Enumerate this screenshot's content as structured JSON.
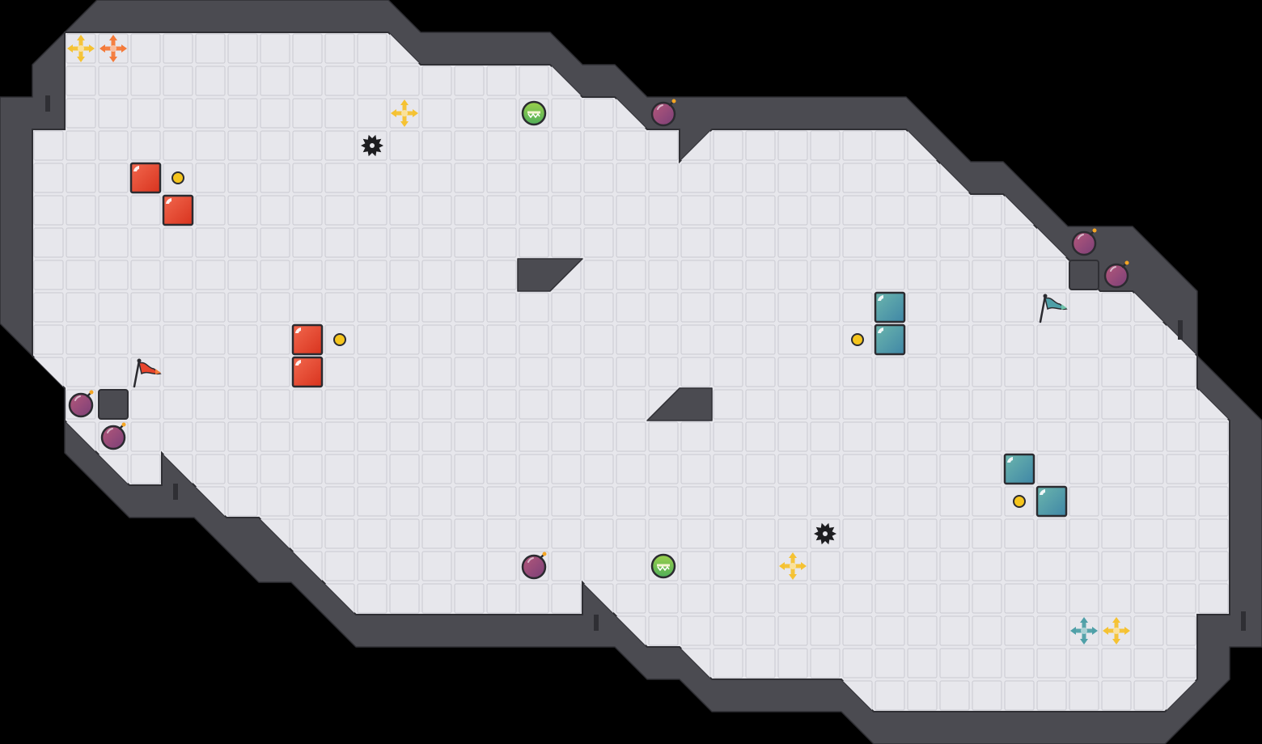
{
  "game": {
    "theme": {
      "background": "#000000",
      "floor": "#e7e7ec",
      "floor_line": "#cfcfd6",
      "wall": "#4b4b51",
      "wall_outline": "#2f2f34"
    },
    "teams": [
      {
        "name": "red",
        "color": "#e8442c",
        "flag_icon": "red-flag-icon",
        "block_icon": "red-block-icon"
      },
      {
        "name": "teal",
        "color": "#4fa0a8",
        "flag_icon": "teal-flag-icon",
        "block_icon": "teal-block-icon"
      }
    ],
    "grid": {
      "columns": 39,
      "rows": 23,
      "origin_col": 1,
      "origin_row": 1
    },
    "objects": [
      {
        "type": "powerup",
        "icon": "yellow-move-powerup-icon",
        "color": "#f5c232",
        "cell": [
          3,
          2
        ]
      },
      {
        "type": "powerup",
        "icon": "orange-move-powerup-icon",
        "color": "#f47a3a",
        "cell": [
          4,
          2
        ]
      },
      {
        "type": "powerup",
        "icon": "yellow-move-powerup-icon",
        "color": "#f5c232",
        "cell": [
          13,
          4
        ]
      },
      {
        "type": "orb",
        "icon": "green-orb-icon",
        "cell": [
          17,
          4
        ]
      },
      {
        "type": "bomb",
        "icon": "bomb-icon",
        "cell": [
          21,
          4
        ]
      },
      {
        "type": "spike",
        "icon": "spike-mine-icon",
        "cell": [
          12,
          5
        ]
      },
      {
        "type": "block",
        "team": "red",
        "icon": "red-block-icon",
        "cell": [
          5,
          6
        ]
      },
      {
        "type": "coin",
        "icon": "coin-icon",
        "cell": [
          6,
          6
        ]
      },
      {
        "type": "block",
        "team": "red",
        "icon": "red-block-icon",
        "cell": [
          6,
          7
        ]
      },
      {
        "type": "bomb",
        "icon": "bomb-icon",
        "cell": [
          34,
          8
        ]
      },
      {
        "type": "bomb",
        "icon": "bomb-icon",
        "cell": [
          35,
          9
        ]
      },
      {
        "type": "block",
        "team": "teal",
        "icon": "teal-block-icon",
        "cell": [
          28,
          10
        ]
      },
      {
        "type": "flag",
        "team": "teal",
        "icon": "teal-flag-icon",
        "cell": [
          33,
          10
        ]
      },
      {
        "type": "block",
        "team": "red",
        "icon": "red-block-icon",
        "cell": [
          10,
          11
        ]
      },
      {
        "type": "coin",
        "icon": "coin-icon",
        "cell": [
          11,
          11
        ]
      },
      {
        "type": "coin",
        "icon": "coin-icon",
        "cell": [
          27,
          11
        ]
      },
      {
        "type": "block",
        "team": "teal",
        "icon": "teal-block-icon",
        "cell": [
          28,
          11
        ]
      },
      {
        "type": "flag",
        "team": "red",
        "icon": "red-flag-icon",
        "cell": [
          5,
          12
        ]
      },
      {
        "type": "block",
        "team": "red",
        "icon": "red-block-icon",
        "cell": [
          10,
          12
        ]
      },
      {
        "type": "bomb",
        "icon": "bomb-icon",
        "cell": [
          3,
          13
        ]
      },
      {
        "type": "bomb",
        "icon": "bomb-icon",
        "cell": [
          4,
          14
        ]
      },
      {
        "type": "block",
        "team": "teal",
        "icon": "teal-block-icon",
        "cell": [
          32,
          15
        ]
      },
      {
        "type": "coin",
        "icon": "coin-icon",
        "cell": [
          32,
          16
        ]
      },
      {
        "type": "block",
        "team": "teal",
        "icon": "teal-block-icon",
        "cell": [
          33,
          16
        ]
      },
      {
        "type": "spike",
        "icon": "spike-mine-icon",
        "cell": [
          26,
          17
        ]
      },
      {
        "type": "bomb",
        "icon": "bomb-icon",
        "cell": [
          17,
          18
        ]
      },
      {
        "type": "orb",
        "icon": "green-orb-icon",
        "cell": [
          21,
          18
        ]
      },
      {
        "type": "powerup",
        "icon": "yellow-move-powerup-icon",
        "color": "#f5c232",
        "cell": [
          25,
          18
        ]
      },
      {
        "type": "powerup",
        "icon": "teal-move-powerup-icon",
        "color": "#4fa0a8",
        "cell": [
          34,
          20
        ]
      },
      {
        "type": "powerup",
        "icon": "yellow-move-powerup-icon",
        "color": "#f5c232",
        "cell": [
          35,
          20
        ]
      }
    ],
    "wall_blocks": [
      {
        "icon": "wall-block",
        "cell": [
          4,
          13
        ]
      },
      {
        "icon": "wall-block",
        "cell": [
          34,
          9
        ]
      }
    ],
    "ramps": [
      {
        "icon": "left-ramp",
        "cell": [
          17,
          9
        ],
        "shape": "triangle-right-slope"
      },
      {
        "icon": "right-ramp",
        "cell": [
          21,
          13
        ],
        "shape": "triangle-left-slope"
      }
    ]
  }
}
